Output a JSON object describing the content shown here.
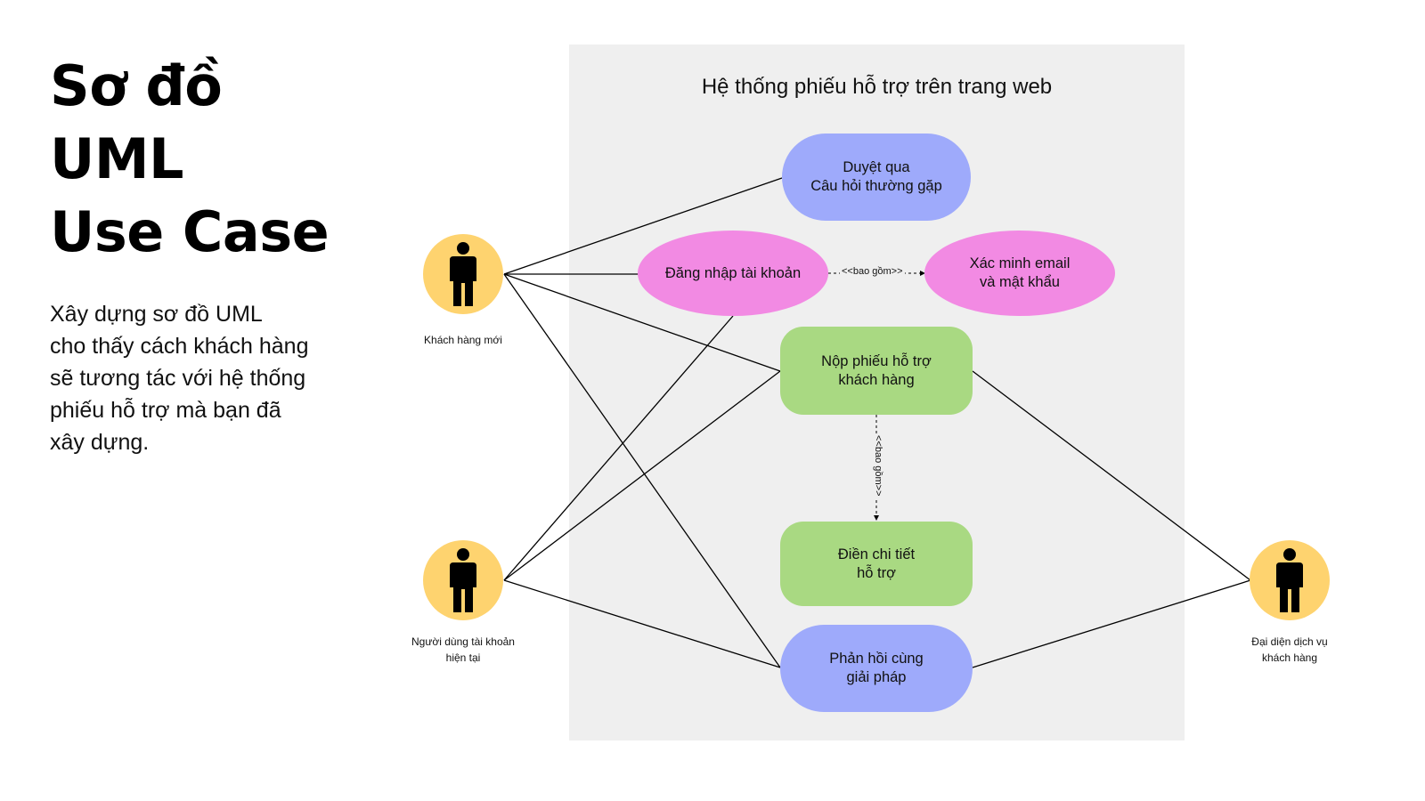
{
  "heading": {
    "line1": "Sơ đồ",
    "line2": "UML",
    "line3": "Use Case"
  },
  "description": "Xây dựng sơ đồ UML\ncho thấy cách khách hàng\nsẽ tương tác với hệ thống\nphiếu hỗ trợ mà bạn đã\nxây dựng.",
  "system": {
    "title": "Hệ thống phiếu hỗ trợ trên trang web"
  },
  "use_cases": {
    "browse_faq": "Duyệt qua\nCâu hỏi thường gặp",
    "login": "Đăng nhập tài khoản",
    "verify": "Xác minh email\nvà mật khẩu",
    "submit_ticket": "Nộp phiếu hỗ trợ\nkhách hàng",
    "fill_details": "Điền chi tiết\nhỗ trợ",
    "respond": "Phản hồi cùng\ngiải pháp"
  },
  "actors": {
    "new_customer": "Khách hàng mới",
    "existing_user": "Người dùng tài khoản\nhiện tại",
    "service_rep": "Đại diện dịch vụ\nkhách hàng"
  },
  "relations": {
    "include_1": "<<bao gồm>>",
    "include_2": "<<bao gồm>>"
  },
  "colors": {
    "blue": "#9eaafb",
    "pink": "#f28ae3",
    "green": "#a9d982",
    "actor": "#fed36f",
    "system_bg": "#efefef"
  },
  "icons": {
    "actor": "person-icon"
  }
}
